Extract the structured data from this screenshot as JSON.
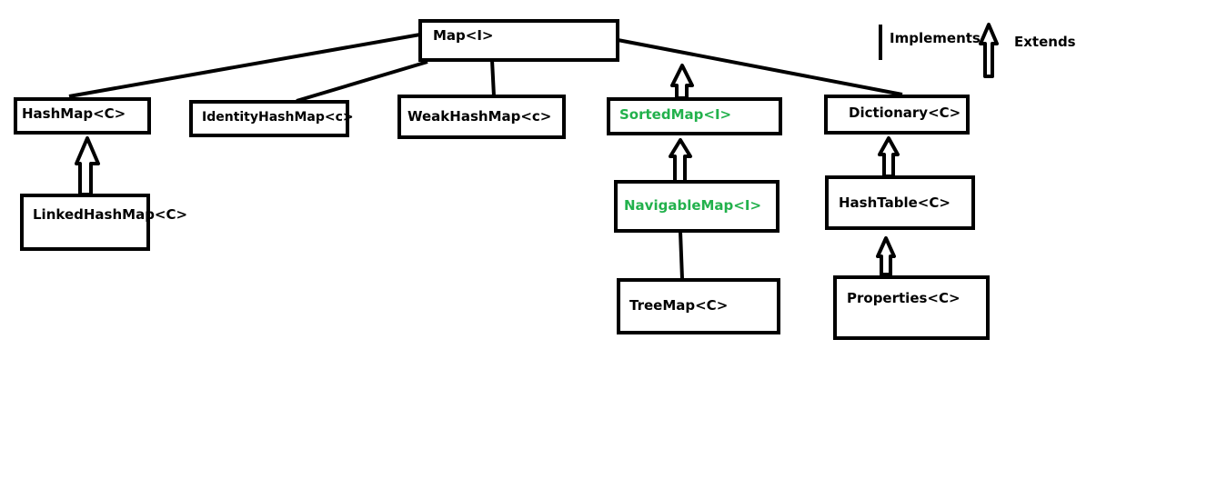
{
  "colors": {
    "stroke": "#000000",
    "interface_text": "#22b14c",
    "class_text": "#000000"
  },
  "nodes": {
    "map": "Map<I>",
    "hashmap": "HashMap<C>",
    "identityhashmap": "IdentityHashMap<c>",
    "weakhashmap": "WeakHashMap<c>",
    "sortedmap": "SortedMap<I>",
    "dictionary": "Dictionary<C>",
    "linkedhashmap": "LinkedHashMap<C>",
    "navigablemap": "NavigableMap<I>",
    "hashtable": "HashTable<C>",
    "treemap": "TreeMap<C>",
    "properties": "Properties<C>"
  },
  "legend": {
    "implements_label": "Implements",
    "extends_label": "Extends"
  }
}
